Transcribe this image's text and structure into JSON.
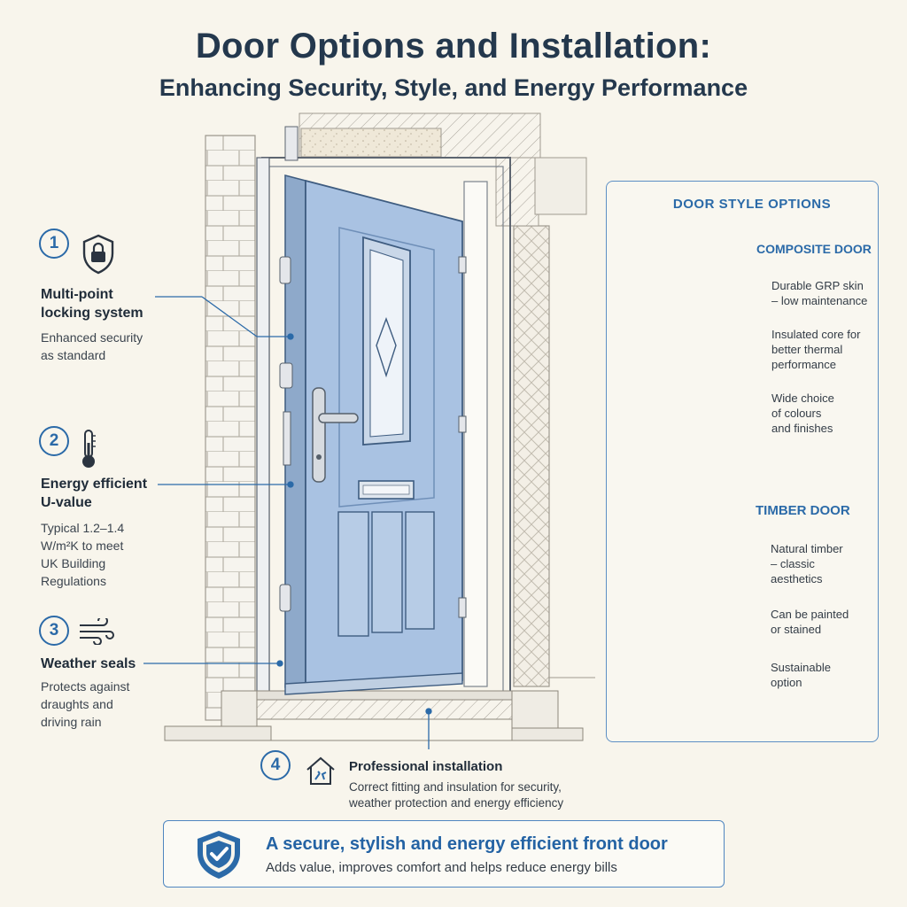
{
  "header": {
    "title": "Door Options and Installation:",
    "subtitle": "Enhancing Security, Style, and Energy Performance"
  },
  "features": [
    {
      "number": "1",
      "title_line1": "Multi-point",
      "title_line2": "locking system",
      "desc_line1": "Enhanced security",
      "desc_line2": "as standard",
      "icon": "padlock-shield-icon"
    },
    {
      "number": "2",
      "title_line1": "Energy efficient",
      "title_line2": "U-value",
      "desc_line1": "Typical 1.2–1.4",
      "desc_line2": "W/m²K to meet",
      "desc_line3": "UK Building",
      "desc_line4": "Regulations",
      "icon": "thermometer-icon"
    },
    {
      "number": "3",
      "title_line1": "Weather seals",
      "desc_line1": "Protects against",
      "desc_line2": "draughts and",
      "desc_line3": "driving rain",
      "icon": "wind-icon"
    }
  ],
  "installation": {
    "number": "4",
    "title": "Professional installation",
    "desc_line1": "Correct fitting and insulation for security,",
    "desc_line2": "weather protection and energy efficiency",
    "icon": "house-tools-icon"
  },
  "style_panel": {
    "heading": "DOOR STYLE OPTIONS",
    "composite": {
      "title": "COMPOSITE DOOR",
      "bullets": [
        {
          "l1": "Durable GRP skin",
          "l2": "– low maintenance"
        },
        {
          "l1": "Insulated core for",
          "l2": "better thermal",
          "l3": "performance"
        },
        {
          "l1": "Wide choice",
          "l2": "of colours",
          "l3": "and finishes"
        }
      ]
    },
    "timber": {
      "title": "TIMBER DOOR",
      "bullets": [
        {
          "l1": "Natural timber",
          "l2": "– classic",
          "l3": "aesthetics"
        },
        {
          "l1": "Can be painted",
          "l2": "or stained"
        },
        {
          "l1": "Sustainable",
          "l2": "option"
        }
      ]
    }
  },
  "banner": {
    "title": "A secure, stylish and energy efficient front door",
    "subtitle": "Adds value, improves comfort and helps reduce energy bills",
    "icon": "shield-check-icon"
  },
  "colors": {
    "accent": "#2b6aa8",
    "door_blue": "#a9c2e2",
    "timber": "#e6d2ae",
    "background": "#f8f5ec"
  }
}
